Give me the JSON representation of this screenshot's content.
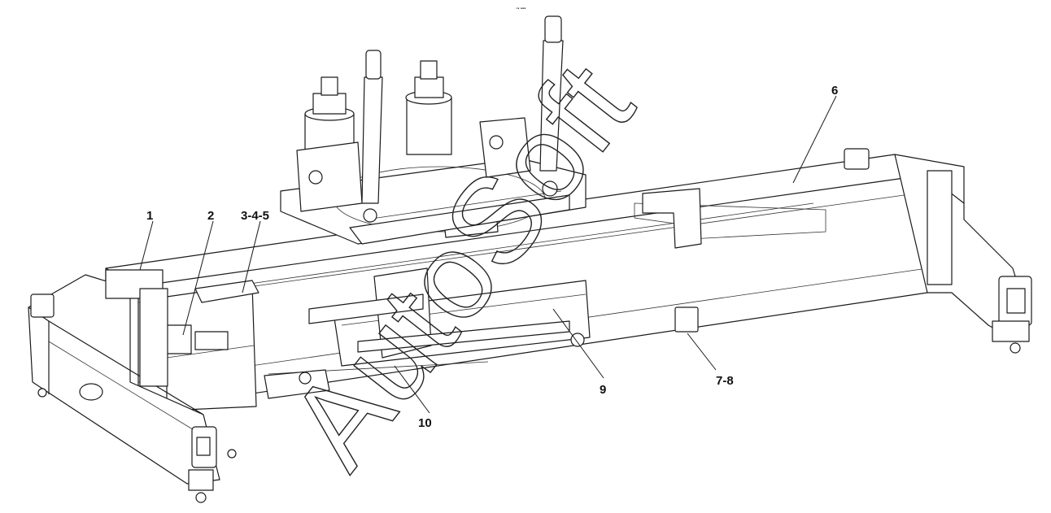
{
  "figure": {
    "header_mark": "▫▪ ▪▪▪",
    "watermark": "AutoSoft",
    "callouts": [
      "1",
      "2",
      "3-4-5",
      "6",
      "7-8",
      "9",
      "10"
    ]
  }
}
